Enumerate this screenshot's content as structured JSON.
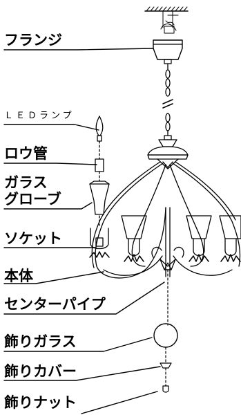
{
  "labels": {
    "flange": "フランジ",
    "led_lamp": "ＬＥＤランプ",
    "candle_tube": "ロウ管",
    "glass_globe_1": "ガラス",
    "glass_globe_2": "グローブ",
    "socket": "ソケット",
    "body": "本体",
    "center_pipe": "センターパイプ",
    "deco_glass": "飾りガラス",
    "deco_cover": "飾りカバー",
    "deco_nut": "飾りナット"
  }
}
